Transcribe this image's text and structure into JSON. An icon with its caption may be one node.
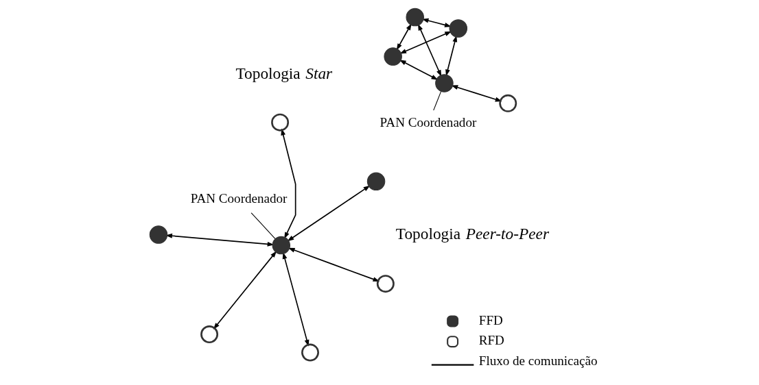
{
  "diagram": {
    "nodes": [
      {
        "text": [],
        "shape": "dot"
      },
      {
        "text": [],
        "shape": "circle"
      },
      {
        "text": [],
        "shape": "circle"
      },
      {
        "text": [],
        "shape": "dot"
      },
      {
        "text": [],
        "shape": "circle"
      },
      {
        "text": [],
        "shape": "circle"
      },
      {
        "text": [],
        "shape": "dot"
      },
      {
        "text": [
          "PAN Coordenador"
        ]
      },
      {
        "text": [],
        "shape": "dot"
      },
      {
        "text": [],
        "shape": "dot"
      },
      {
        "text": [],
        "shape": "circle"
      },
      {
        "text": [],
        "shape": "dot"
      },
      {
        "text": [],
        "shape": "dot"
      },
      {
        "text": [
          "PAN Coordenador"
        ]
      }
    ],
    "edges": [
      {
        "from": 0,
        "to": 1,
        "arrow": "both"
      },
      {
        "from": 0,
        "to": 2,
        "arrow": "both"
      },
      {
        "from": 0,
        "to": 3,
        "arrow": "both"
      },
      {
        "from": 0,
        "to": 4,
        "arrow": "both"
      },
      {
        "from": 0,
        "to": 5,
        "arrow": "both"
      },
      {
        "from": 0,
        "to": 6,
        "arrow": "both"
      },
      {
        "from": 7,
        "to": 0,
        "arrow": "none"
      },
      {
        "from": 8,
        "to": 9,
        "arrow": "both"
      },
      {
        "from": 8,
        "to": 11,
        "arrow": "both"
      },
      {
        "from": 8,
        "to": 12,
        "arrow": "both"
      },
      {
        "from": 9,
        "to": 10,
        "arrow": "both"
      },
      {
        "from": 9,
        "to": 11,
        "arrow": "both"
      },
      {
        "from": 9,
        "to": 12,
        "arrow": "both"
      },
      {
        "from": 11,
        "to": 12,
        "arrow": "both"
      },
      {
        "from": 13,
        "to": 9,
        "arrow": "none"
      }
    ],
    "labels": [
      "Topologia *Star*",
      "Topologia *Peer-to-Peer*"
    ],
    "legend": [
      {
        "text": "FFD"
      },
      {
        "text": "RFD"
      },
      {
        "text": "Fluxo de comunicação"
      }
    ]
  }
}
